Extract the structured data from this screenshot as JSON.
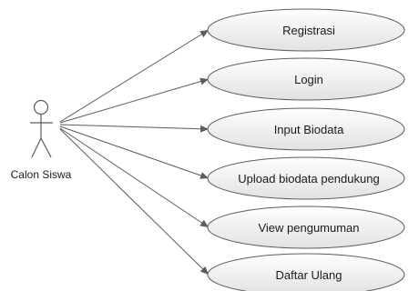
{
  "diagram": {
    "actor": {
      "label": "Calon Siswa",
      "icon": "stick-figure-icon"
    },
    "use_cases": [
      {
        "id": "registrasi",
        "label": "Registrasi"
      },
      {
        "id": "login",
        "label": "Login"
      },
      {
        "id": "input-biodata",
        "label": "Input Biodata"
      },
      {
        "id": "upload-biodata-pendukung",
        "label": "Upload biodata pendukung"
      },
      {
        "id": "view-pengumuman",
        "label": "View pengumuman"
      },
      {
        "id": "daftar-ulang",
        "label": "Daftar Ulang"
      }
    ],
    "colors": {
      "line": "#5c5c5c",
      "ellipse_stroke": "#5e5e5e",
      "ellipse_fill_top": "#fefefe",
      "ellipse_fill_bottom": "#e2e2e2"
    }
  }
}
